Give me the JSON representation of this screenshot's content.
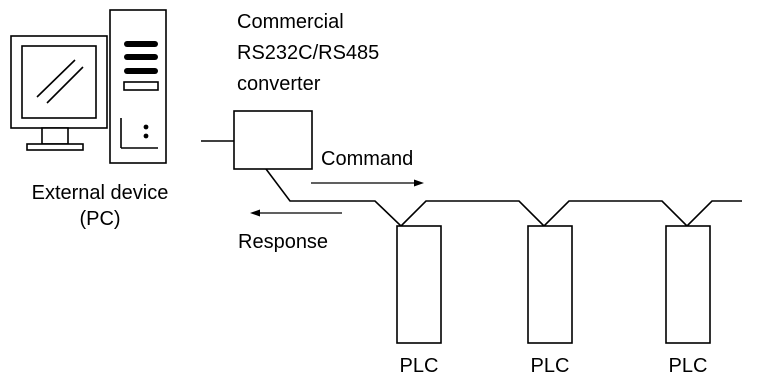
{
  "pc": {
    "label_line1": "External device",
    "label_line2": "(PC)",
    "icon": "desktop-computer-icon"
  },
  "converter": {
    "label_line1": "Commercial",
    "label_line2": "RS232C/RS485",
    "label_line3": "converter"
  },
  "arrows": {
    "command": "Command",
    "response": "Response"
  },
  "plcs": [
    {
      "label": "PLC"
    },
    {
      "label": "PLC"
    },
    {
      "label": "PLC"
    }
  ]
}
